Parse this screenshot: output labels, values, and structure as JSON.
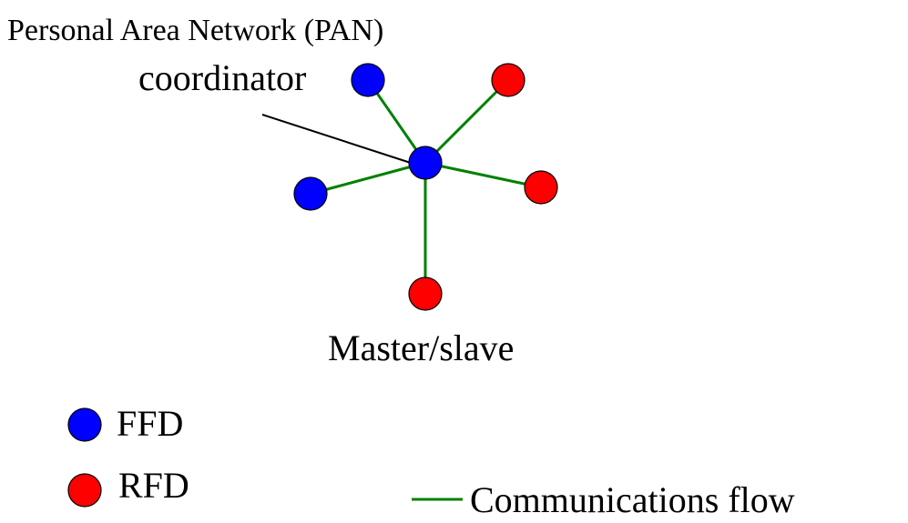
{
  "diagram": {
    "title": "Personal Area Network (PAN)",
    "coordinator_label": "coordinator",
    "topology_label": "Master/slave",
    "legend": {
      "ffd_label": "FFD",
      "rfd_label": "RFD",
      "flow_label": "Communications flow"
    },
    "colors": {
      "ffd": "#0000FF",
      "rfd": "#FF0000",
      "link": "#008000",
      "pointer": "#000000"
    }
  }
}
